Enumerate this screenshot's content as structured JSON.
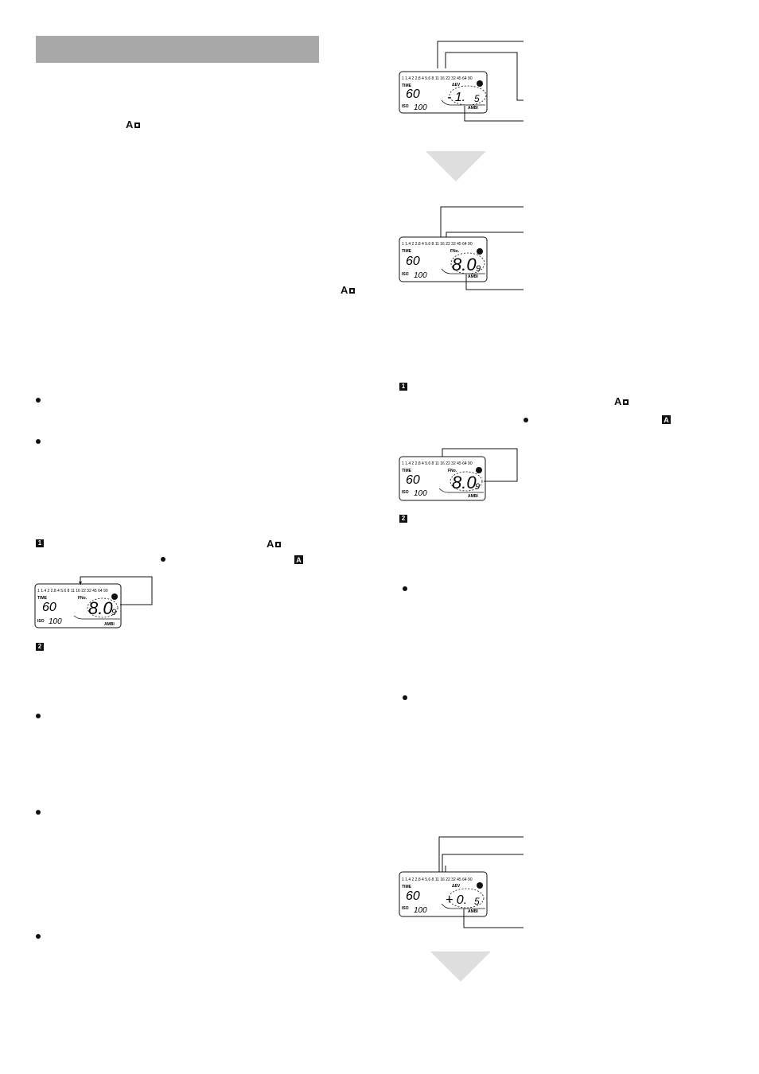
{
  "symbols": {
    "a_star": "A",
    "a_filled": "A"
  },
  "steps": {
    "one": "1",
    "two": "2"
  },
  "lcd": {
    "scale": "1 1.4 2 2.8 4 5.6 8 11 16 22 32 45 64 90",
    "time_label": "TIME",
    "time_value": "60",
    "iso_label": "ISO",
    "iso_value": "100",
    "fno_label": "FNo.",
    "dev_label": "ΔEV",
    "ambi_label": "AMBI",
    "fnumber_main": "8.0",
    "fnumber_sub": "9",
    "ev_minus_main": "- 1.",
    "ev_minus_sub": "5",
    "ev_plus_main": "+ 0.",
    "ev_plus_sub": "5"
  }
}
